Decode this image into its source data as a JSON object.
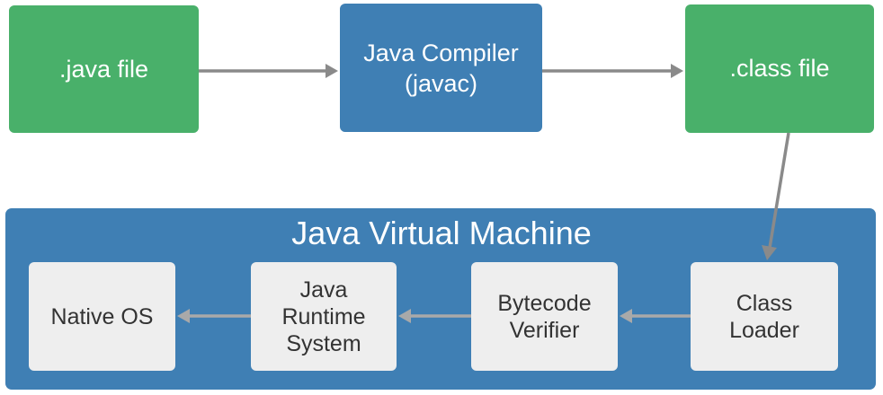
{
  "top_row": {
    "java_file": ".java file",
    "compiler_line1": "Java Compiler",
    "compiler_line2": "(javac)",
    "class_file": ".class file"
  },
  "jvm": {
    "title": "Java Virtual Machine",
    "native_os": "Native OS",
    "runtime_line1": "Java",
    "runtime_line2": "Runtime",
    "runtime_line3": "System",
    "verifier_line1": "Bytecode",
    "verifier_line2": "Verifier",
    "loader_line1": "Class",
    "loader_line2": "Loader"
  },
  "colors": {
    "green": "#49b06a",
    "blue": "#3f7fb4",
    "inner_box": "#eeeeee",
    "arrow_dark": "#8a8a8a",
    "arrow_light": "#a9a9a9"
  }
}
